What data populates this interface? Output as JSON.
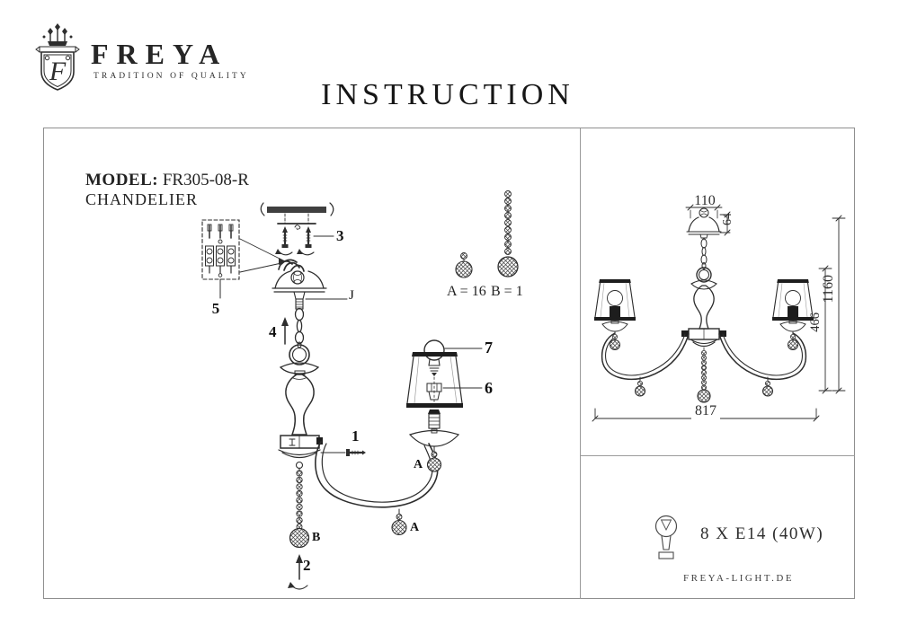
{
  "header": {
    "brand": "FREYA",
    "tagline": "TRADITION OF QUALITY",
    "monogram": "F",
    "title": "INSTRUCTION"
  },
  "left_panel": {
    "model_label": "MODEL:",
    "model_number": "FR305-08-R",
    "product_type": "CHANDELIER",
    "callouts": {
      "n1": "1",
      "n2": "2",
      "n3": "3",
      "n4": "4",
      "n5": "5",
      "n6": "6",
      "n7": "7",
      "hook": "J",
      "a_upper": "A",
      "a_lower": "A",
      "b": "B"
    },
    "counts": {
      "a": "A = 16",
      "b": "B = 1"
    }
  },
  "right_panel": {
    "dims": {
      "canopy_width": "110",
      "canopy_height": "64",
      "overall_height": "1160",
      "body_height": "466",
      "overall_width": "817"
    },
    "bulb_spec": "8 X E14 (40W)",
    "website": "FREYA-LIGHT.DE"
  }
}
